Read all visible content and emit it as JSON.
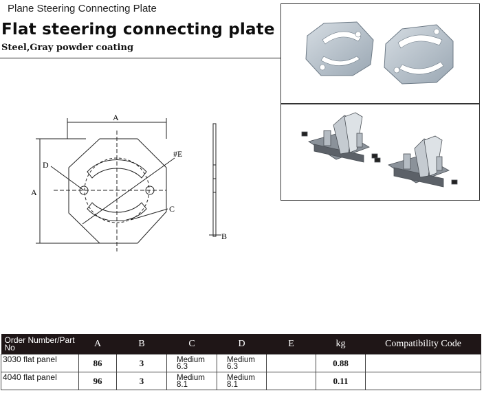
{
  "header": {
    "top_label": "Plane Steering Connecting Plate",
    "title": "Flat steering connecting plate",
    "subtitle": "Steel,Gray powder coating"
  },
  "drawing": {
    "labels": {
      "a_top": "A",
      "a_left": "A",
      "d": "D",
      "e": "#E",
      "c": "C",
      "b": "B"
    }
  },
  "table": {
    "headers": {
      "part": "Order Number/Part No",
      "a": "A",
      "b": "B",
      "c": "C",
      "d": "D",
      "e": "E",
      "kg": "kg",
      "compat": "Compatibility Code"
    },
    "rows": [
      {
        "name": "3030 flat panel",
        "a": "86",
        "b": "3",
        "c_1": "Medium",
        "c_2": "6.3",
        "d_1": "Medium",
        "d_2": "6.3",
        "e": "",
        "kg": "0.88",
        "compat": ""
      },
      {
        "name": "4040 flat panel",
        "a": "96",
        "b": "3",
        "c_1": "Medium",
        "c_2": "8.1",
        "d_1": "Medium",
        "d_2": "8.1",
        "e": "",
        "kg": "0.11",
        "compat": ""
      }
    ]
  },
  "colors": {
    "header_bg": "#1f1617",
    "plate_gray": "#b9c3cc",
    "line": "#222222"
  }
}
